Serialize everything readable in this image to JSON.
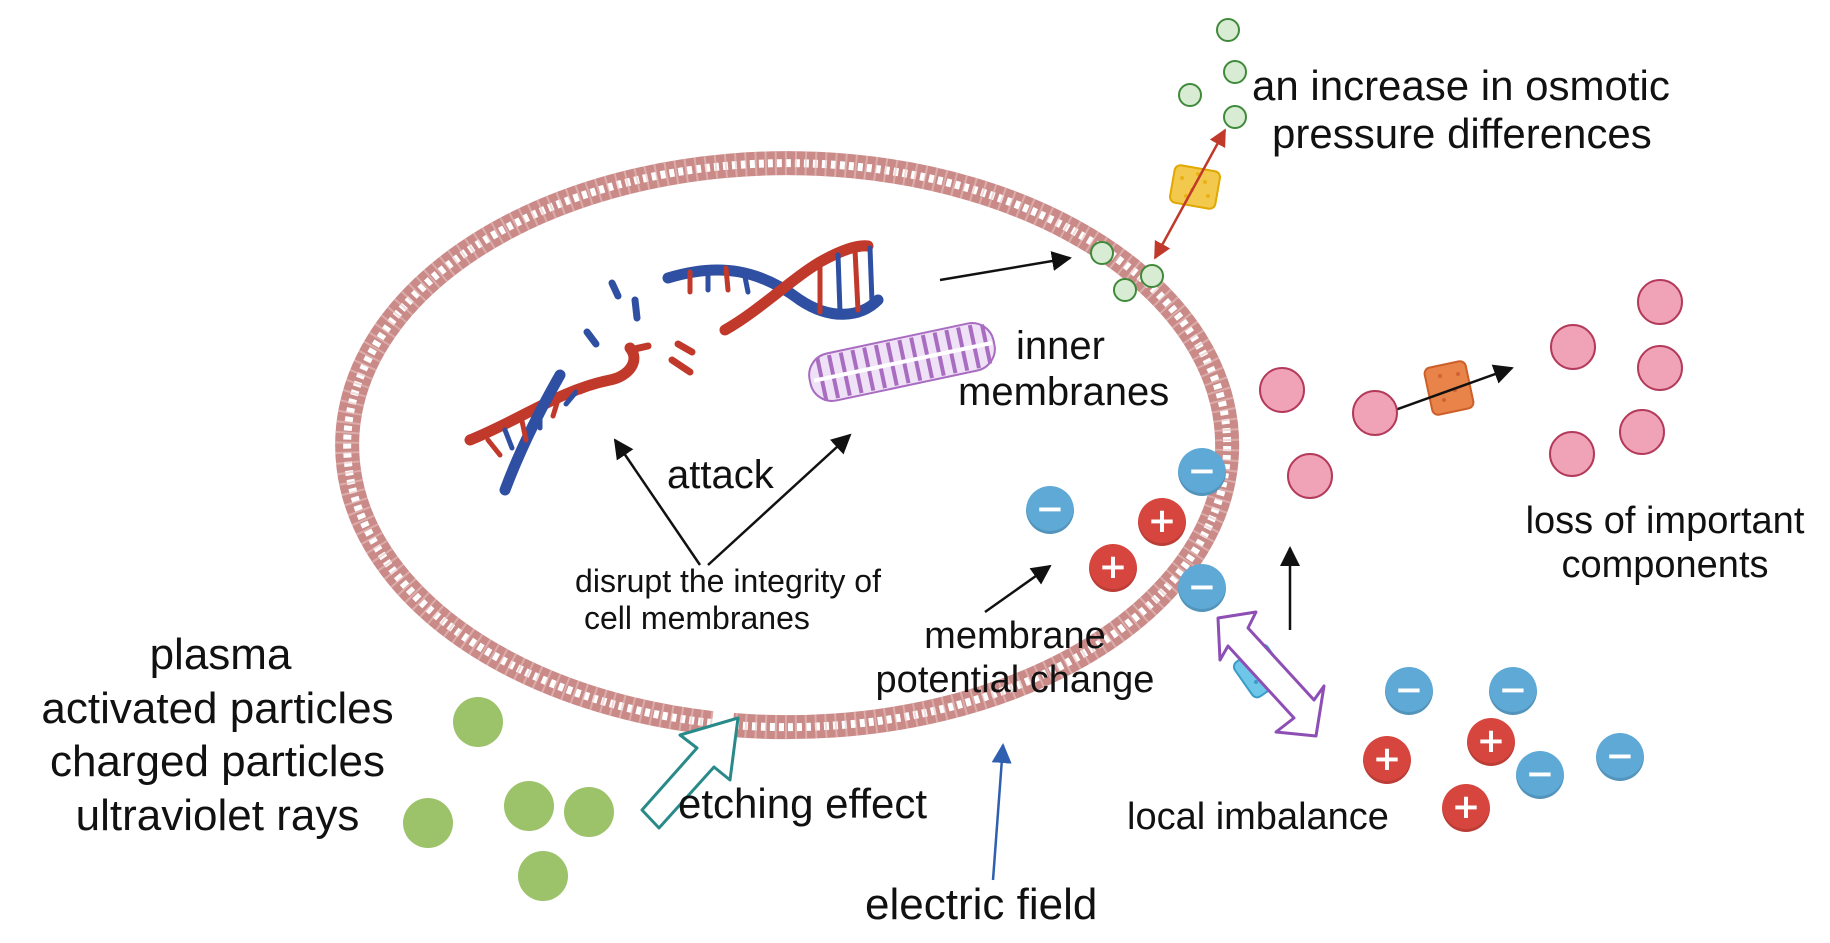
{
  "labels": {
    "osmotic": [
      "an increase in osmotic",
      "pressure differences"
    ],
    "inner_membranes": [
      "inner",
      "membranes"
    ],
    "attack": "attack",
    "disrupt": [
      "disrupt the integrity of",
      "cell membranes"
    ],
    "membrane_potential": [
      "membrane",
      "potential change"
    ],
    "loss": [
      "loss of important",
      "components"
    ],
    "agents": [
      "plasma",
      "activated particles",
      "charged particles",
      "ultraviolet rays"
    ],
    "etching": "etching effect",
    "local_imbalance": "local imbalance",
    "electric_field": "electric field"
  },
  "ion_symbols": {
    "plus": "+",
    "minus": "−"
  },
  "colors": {
    "membrane": "#c98a88",
    "membrane_inner": "#ffffff",
    "dna_red": "#c0392b",
    "dna_blue": "#2f4fa2",
    "vesicle": "#a86cc1",
    "green_particle": "#9cc26a",
    "small_green": "#d8ecd3",
    "pink": "#f0a3b6",
    "cation": "#d6463e",
    "anion": "#5fa9d6",
    "channel_yellow": "#f2c94c",
    "channel_orange": "#e8834a",
    "channel_blue": "#6ec6e8",
    "arrow_red": "#c0392b",
    "arrow_teal": "#2a8a8a",
    "arrow_purple": "#8d4fb5",
    "arrow_blue": "#2f5fb0"
  }
}
